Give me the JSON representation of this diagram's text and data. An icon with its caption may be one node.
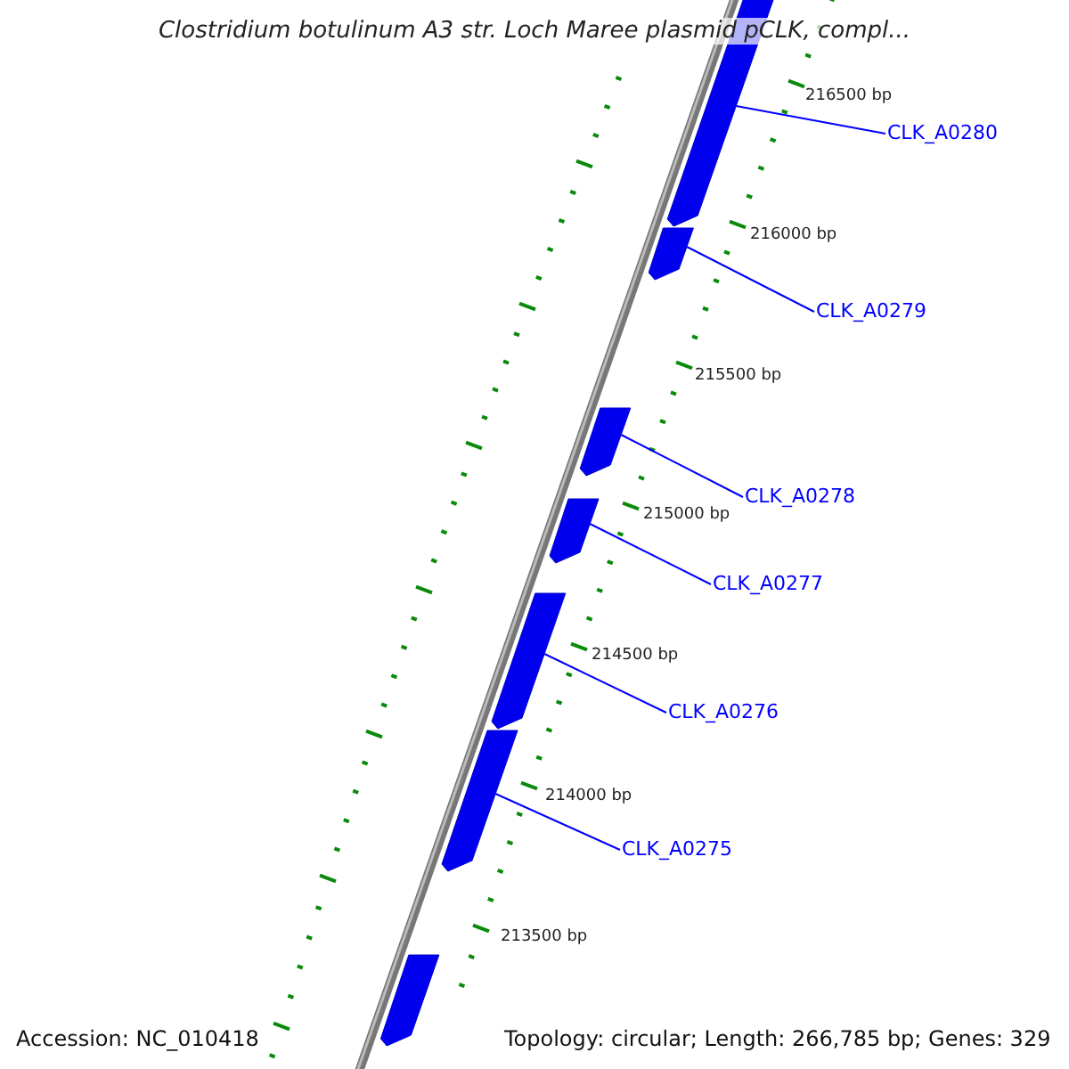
{
  "diagram": {
    "title": "Clostridium botulinum A3 str. Loch Maree plasmid pCLK, compl...",
    "nodes": [
      {
        "text": [],
        "shape": "arrow"
      },
      {
        "text": [],
        "shape": "arrow"
      },
      {
        "text": [],
        "shape": "arrow"
      },
      {
        "text": [],
        "shape": "arrow"
      },
      {
        "text": [],
        "shape": "arrow"
      },
      {
        "text": [],
        "shape": "arrow"
      },
      {
        "text": [],
        "shape": "arrow"
      },
      {
        "text": [
          "CLK_A0280"
        ]
      },
      {
        "text": [
          "CLK_A0279"
        ]
      },
      {
        "text": [
          "CLK_A0278"
        ]
      },
      {
        "text": [
          "CLK_A0277"
        ]
      },
      {
        "text": [
          "CLK_A0276"
        ]
      },
      {
        "text": [
          "CLK_A0275"
        ]
      }
    ],
    "edges": [
      {
        "from": 7,
        "to": 0,
        "arrow": "none"
      },
      {
        "from": 8,
        "to": 1,
        "arrow": "none"
      },
      {
        "from": 9,
        "to": 2,
        "arrow": "none"
      },
      {
        "from": 10,
        "to": 3,
        "arrow": "none"
      },
      {
        "from": 11,
        "to": 4,
        "arrow": "none"
      },
      {
        "from": 12,
        "to": 5,
        "arrow": "none"
      }
    ],
    "labels": [
      "216500 bp",
      "216000 bp",
      "215500 bp",
      "215000 bp",
      "214500 bp",
      "214000 bp",
      "213500 bp",
      "Accession: NC_010418",
      "Topology: circular; Length: 266,785 bp; Genes: 329"
    ]
  }
}
